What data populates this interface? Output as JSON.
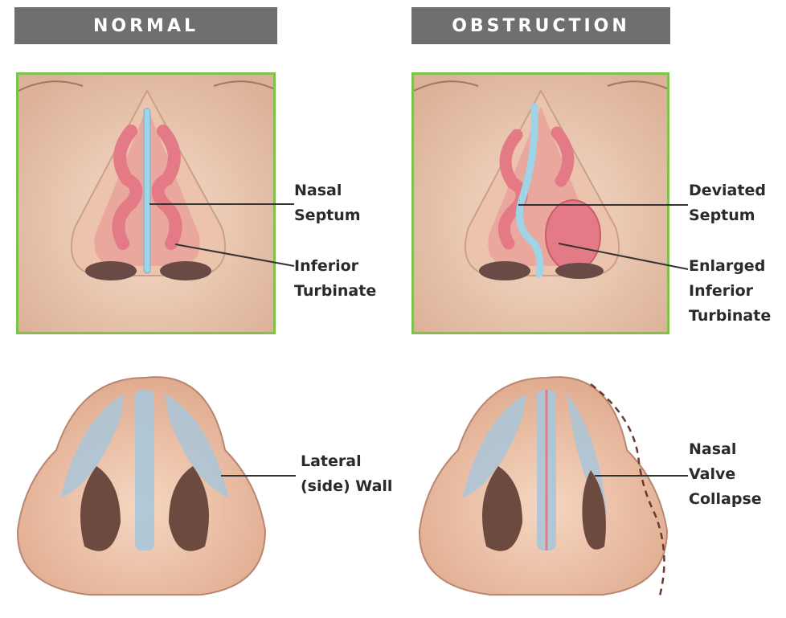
{
  "headers": {
    "normal": "NORMAL",
    "obstruction": "OBSTRUCTION"
  },
  "labels": {
    "nasal_septum": [
      "Nasal",
      "Septum"
    ],
    "inferior_turbinate": [
      "Inferior",
      "Turbinate"
    ],
    "deviated_septum": [
      "Deviated",
      "Septum"
    ],
    "enlarged_inferior_turbinate": [
      "Enlarged",
      "Inferior",
      "Turbinate"
    ],
    "lateral_wall": [
      "Lateral",
      "(side) Wall"
    ],
    "nasal_valve_collapse": [
      "Nasal",
      "Valve",
      "Collapse"
    ]
  },
  "colors": {
    "header_bg": "#6f6f70",
    "frame_border": "#7dc24a",
    "skin": "#efd3bf",
    "turbinate": "#e47a86",
    "septum": "#9fd3e6",
    "cartilage": "#a9c6d9"
  }
}
